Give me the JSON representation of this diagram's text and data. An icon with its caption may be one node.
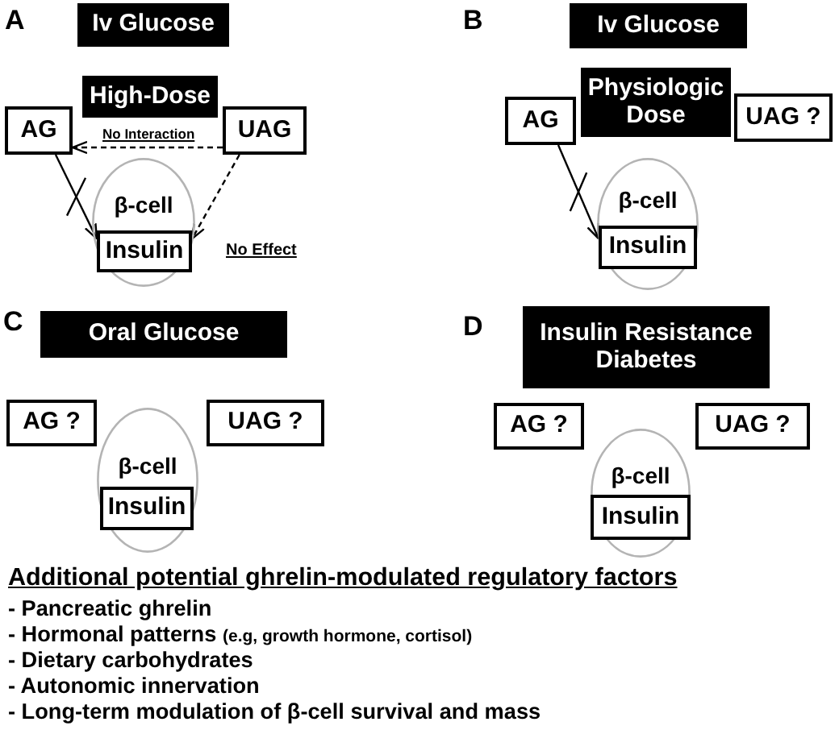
{
  "diagram": {
    "nodes": [
      {
        "text": [
          "Iv Glucose"
        ]
      },
      {
        "text": [
          "High-Dose"
        ]
      },
      {
        "text": [
          "AG"
        ]
      },
      {
        "text": [
          "UAG"
        ]
      },
      {
        "text": [
          "β-cell"
        ]
      },
      {
        "text": [
          "Insulin"
        ],
        "in": 4
      },
      {
        "text": [
          "Iv Glucose"
        ]
      },
      {
        "text": [
          "Physiologic Dose"
        ]
      },
      {
        "text": [
          "AG"
        ]
      },
      {
        "text": [
          "UAG ?"
        ]
      },
      {
        "text": [
          "β-cell"
        ]
      },
      {
        "text": [
          "Insulin"
        ],
        "in": 10
      },
      {
        "text": [
          "Oral Glucose"
        ]
      },
      {
        "text": [
          "AG ?"
        ]
      },
      {
        "text": [
          "UAG ?"
        ]
      },
      {
        "text": [
          "β-cell"
        ]
      },
      {
        "text": [
          "Insulin"
        ],
        "in": 15
      },
      {
        "text": [
          "Insulin Resistance Diabetes"
        ]
      },
      {
        "text": [
          "AG ?"
        ]
      },
      {
        "text": [
          "UAG ?"
        ]
      },
      {
        "text": [
          "β-cell"
        ]
      },
      {
        "text": [
          "Insulin"
        ],
        "in": 20
      }
    ],
    "edges": [
      {
        "from": 3,
        "to": 2,
        "arrow": "to",
        "style": "dashed",
        "label": "No Interaction"
      },
      {
        "from": 2,
        "to": 5,
        "arrow": "to"
      },
      {
        "from": 3,
        "to": 5,
        "arrow": "to",
        "style": "dashed",
        "label": "No Effect"
      },
      {
        "from": 8,
        "to": 11,
        "arrow": "to"
      }
    ],
    "labels": [
      "A",
      "B",
      "C",
      "D",
      "Additional potential ghrelin-modulated regulatory factors",
      "- Pancreatic ghrelin",
      "- Hormonal patterns",
      "(e.g, growth hormone, cortisol)",
      "- Dietary carbohydrates",
      "- Autonomic innervation",
      "- Long-term modulation of β-cell survival and mass"
    ]
  }
}
